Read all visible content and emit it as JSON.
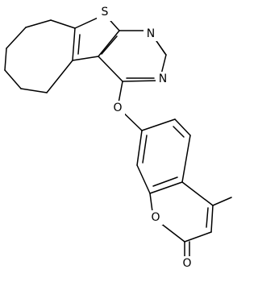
{
  "atoms": {
    "sulfur": "S",
    "n_upper": "N",
    "n_lower": "N",
    "ether_oxygen": "O",
    "ring_oxygen": "O",
    "carbonyl_oxygen": "O"
  },
  "colors": {
    "bond": "#000000",
    "label": "#000000",
    "background": "#ffffff"
  }
}
